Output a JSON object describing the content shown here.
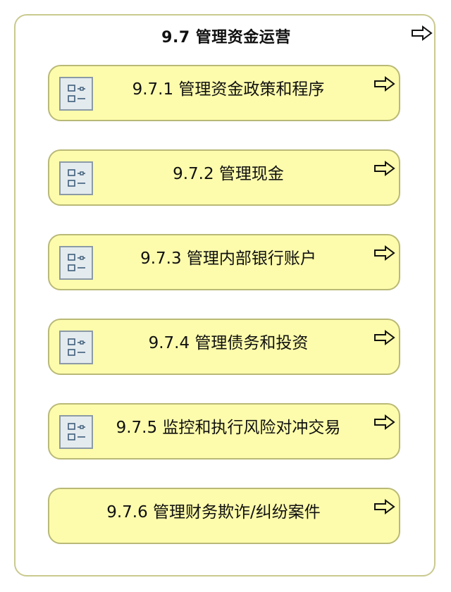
{
  "container": {
    "title": "9.7 管理资金运营",
    "arrow_icon": "arrow-right-outline-icon",
    "border_color": "#c9c98f"
  },
  "process_box_fill": "#fdfcac",
  "process_box_border": "#b9b977",
  "processes": [
    {
      "label": "9.7.1 管理资金政策和程序",
      "icon": "sub-process-list-icon",
      "arrow_icon": "arrow-right-outline-icon"
    },
    {
      "label": "9.7.2 管理现金",
      "icon": "sub-process-list-icon",
      "arrow_icon": "arrow-right-outline-icon"
    },
    {
      "label": "9.7.3 管理内部银行账户",
      "icon": "sub-process-list-icon",
      "arrow_icon": "arrow-right-outline-icon"
    },
    {
      "label": "9.7.4 管理债务和投资",
      "icon": "sub-process-list-icon",
      "arrow_icon": "arrow-right-outline-icon"
    },
    {
      "label": "9.7.5 监控和执行风险对冲交易",
      "icon": "sub-process-list-icon",
      "arrow_icon": "arrow-right-outline-icon"
    },
    {
      "label": "9.7.6 管理财务欺诈/纠纷案件",
      "icon": "",
      "arrow_icon": "arrow-right-outline-icon"
    }
  ]
}
